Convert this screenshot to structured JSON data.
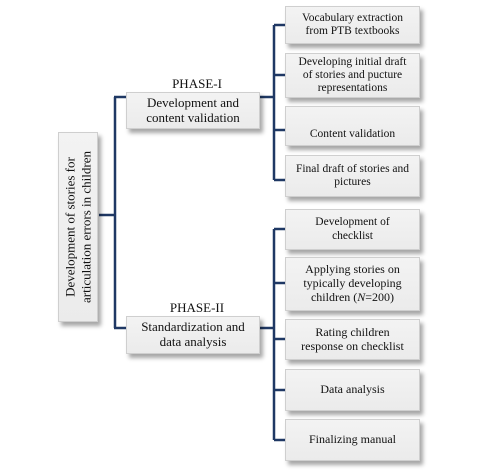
{
  "root": {
    "line1": "Development of stories for",
    "line2": "articulation errors in children"
  },
  "phase1": {
    "heading": "PHASE-I",
    "title_line1": "Development and",
    "title_line2": "content validation",
    "steps": [
      {
        "line1": "Vocabulary extraction",
        "line2": "from PTB textbooks"
      },
      {
        "line1": "Developing initial draft",
        "line2": "of stories and pucture",
        "line3": "representations"
      },
      {
        "line1": "Content validation"
      },
      {
        "line1": "Final draft of stories and",
        "line2": "pictures"
      }
    ]
  },
  "phase2": {
    "heading": "PHASE-II",
    "title_line1": "Standardization and",
    "title_line2": "data analysis",
    "steps": [
      {
        "line1": "Development of",
        "line2": "checklist"
      },
      {
        "line1": "Applying stories on",
        "line2": "typically developing",
        "line3_prefix": "children (",
        "line3_var": "N",
        "line3_suffix": "=200)"
      },
      {
        "line1": "Rating children",
        "line2": "response on checklist"
      },
      {
        "line1": "Data analysis"
      },
      {
        "line1": "Finalizing manual"
      }
    ]
  },
  "colors": {
    "connector": "#1f3864",
    "box_fill": "#f0f0f0"
  }
}
